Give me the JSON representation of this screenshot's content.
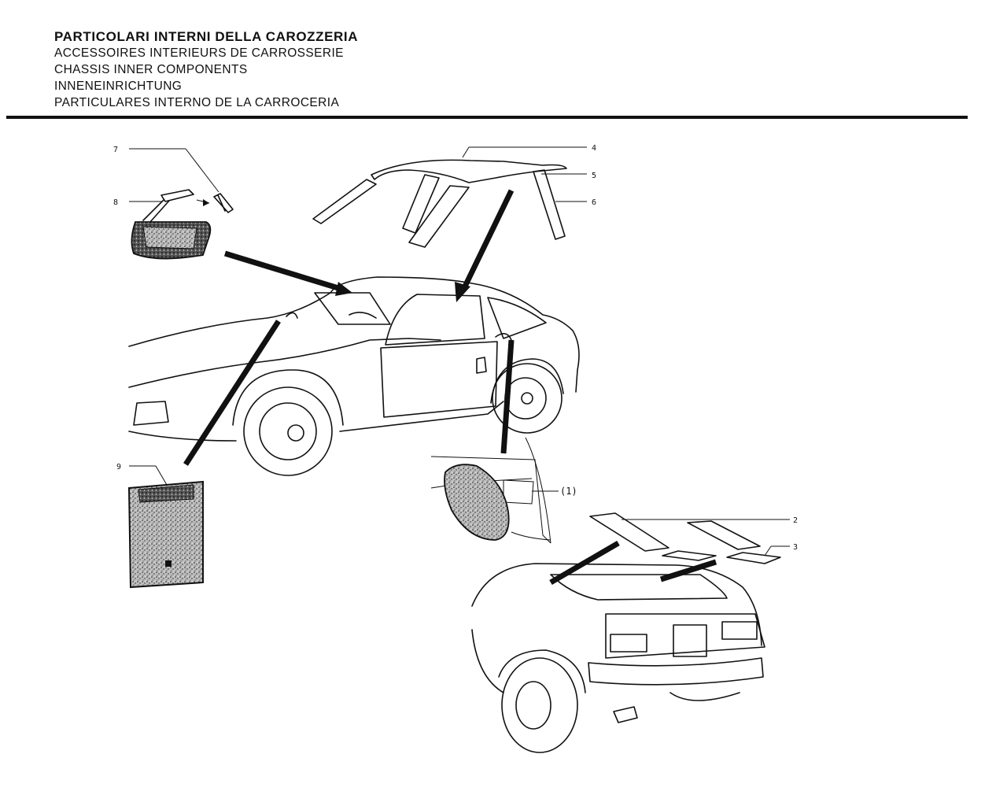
{
  "header": {
    "titles": [
      "PARTICOLARI INTERNI DELLA CAROZZERIA",
      "ACCESSOIRES INTERIEURS DE CARROSSERIE",
      "CHASSIS INNER COMPONENTS",
      "INNENEINRICHTUNG",
      "PARTICULARES INTERNO DE LA CARROCERIA"
    ]
  },
  "callouts": {
    "c1": "(1)",
    "c2": "2",
    "c3": "3",
    "c4": "4",
    "c5": "5",
    "c6": "6",
    "c7": "7",
    "c8": "8",
    "c9": "9"
  },
  "colors": {
    "ink": "#111111",
    "paper": "#ffffff"
  }
}
